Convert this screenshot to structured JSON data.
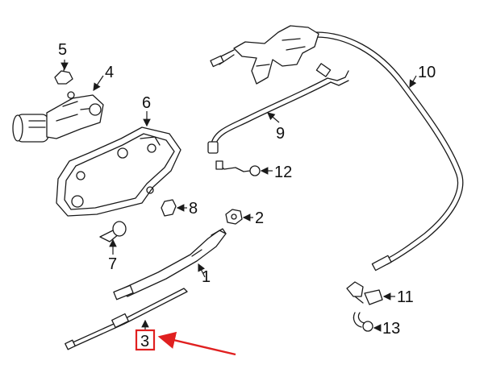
{
  "callouts": {
    "c1": "1",
    "c2": "2",
    "c3": "3",
    "c4": "4",
    "c5": "5",
    "c6": "6",
    "c7": "7",
    "c8": "8",
    "c9": "9",
    "c10": "10",
    "c11": "11",
    "c12": "12",
    "c13": "13"
  },
  "highlight": {
    "target_callout": "3",
    "color": "#e02020"
  }
}
